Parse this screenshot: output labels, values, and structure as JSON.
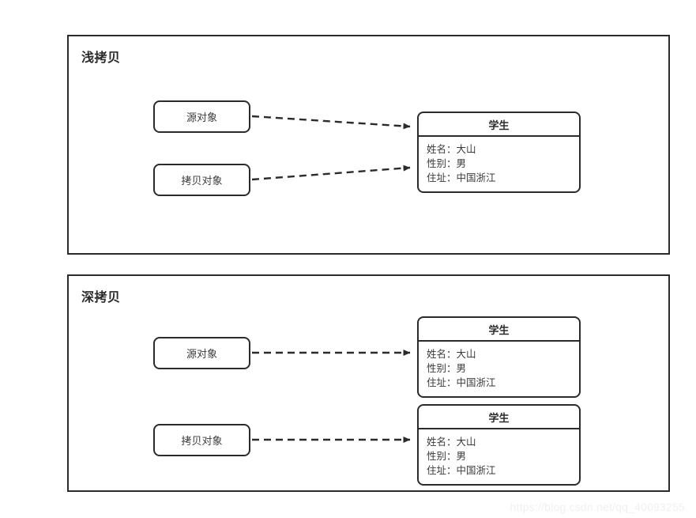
{
  "diagram": {
    "background": "#ffffff",
    "line_color": "#2b2b2b",
    "watermark": "https://blog.csdn.net/qq_40093255"
  },
  "panels": [
    {
      "id": "shallow-copy",
      "title": "浅拷贝",
      "boxes": [
        {
          "id": "source-object",
          "label": "源对象"
        },
        {
          "id": "copy-object",
          "label": "拷贝对象"
        }
      ],
      "cards": [
        {
          "id": "student-shared",
          "header": "学生",
          "rows": [
            "姓名：大山",
            "性别：男",
            "住址：中国浙江"
          ]
        }
      ],
      "arrows": [
        {
          "from": "source-object",
          "to": "student-shared",
          "style": "dashed"
        },
        {
          "from": "copy-object",
          "to": "student-shared",
          "style": "dashed"
        }
      ]
    },
    {
      "id": "deep-copy",
      "title": "深拷贝",
      "boxes": [
        {
          "id": "source-object",
          "label": "源对象"
        },
        {
          "id": "copy-object",
          "label": "拷贝对象"
        }
      ],
      "cards": [
        {
          "id": "student-source",
          "header": "学生",
          "rows": [
            "姓名：大山",
            "性别：男",
            "住址：中国浙江"
          ]
        },
        {
          "id": "student-copy",
          "header": "学生",
          "rows": [
            "姓名：大山",
            "性别：男",
            "住址：中国浙江"
          ]
        }
      ],
      "arrows": [
        {
          "from": "source-object",
          "to": "student-source",
          "style": "dashed"
        },
        {
          "from": "copy-object",
          "to": "student-copy",
          "style": "dashed"
        }
      ]
    }
  ]
}
